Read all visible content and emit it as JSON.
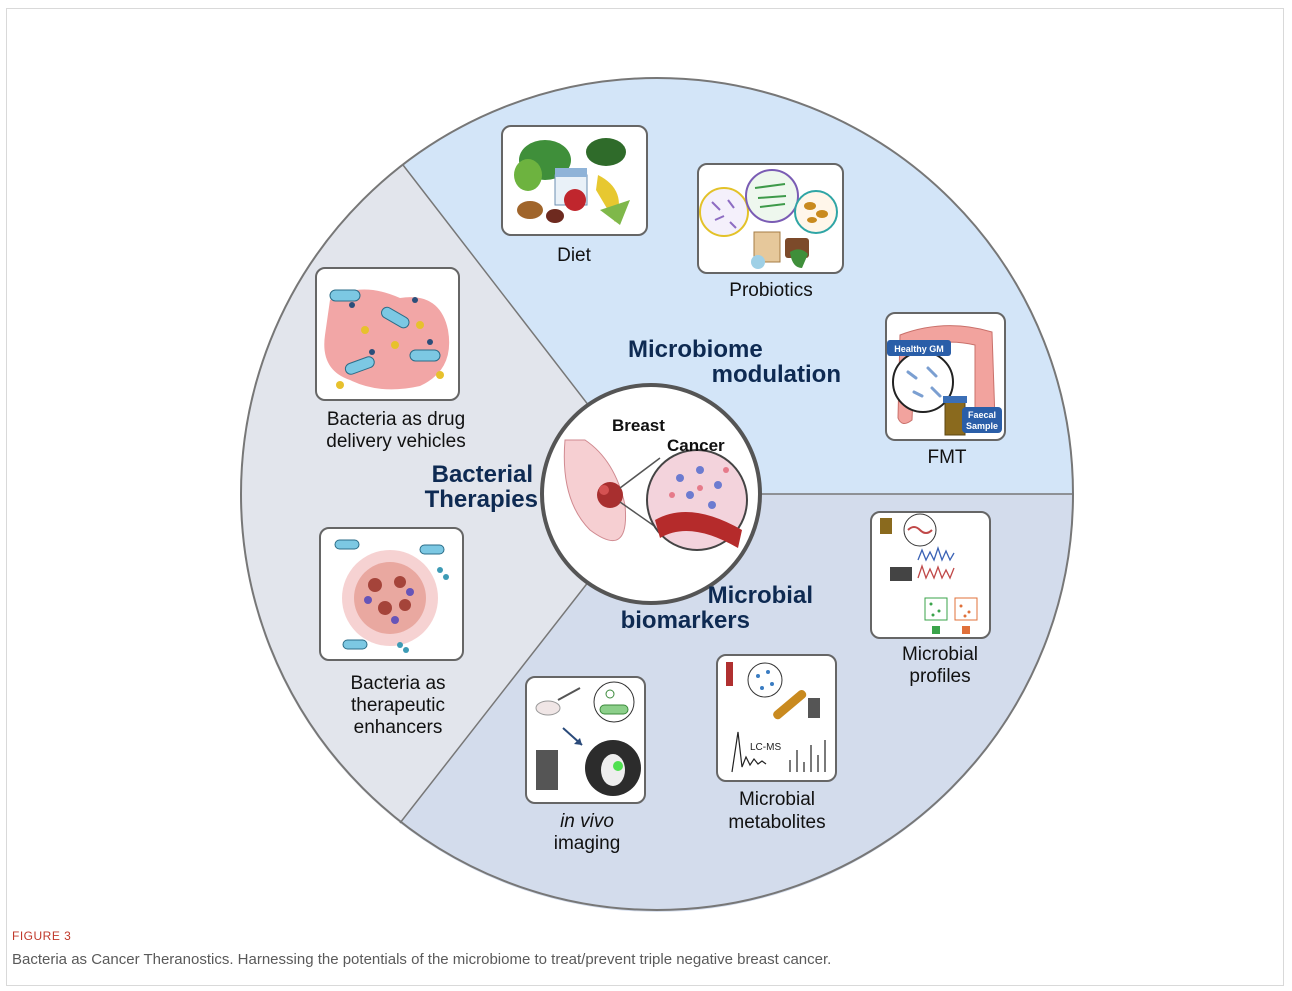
{
  "diagram": {
    "center": {
      "line1": "Breast",
      "line2": "Cancer"
    },
    "sections": {
      "modulation": {
        "line1": "Microbiome",
        "line2": "modulation"
      },
      "therapies": {
        "line1": "Bacterial",
        "line2": "Therapies"
      },
      "biomarkers": {
        "line1": "Microbial",
        "line2": "biomarkers"
      }
    },
    "items": {
      "diet": "Diet",
      "probiotics": "Probiotics",
      "fmt": "FMT",
      "fmt_badge": "Healthy GM",
      "fmt_sample_1": "Faecal",
      "fmt_sample_2": "Sample",
      "drug_1": "Bacteria as drug",
      "drug_2": "delivery vehicles",
      "enh_1": "Bacteria as",
      "enh_2": "therapeutic",
      "enh_3": "enhancers",
      "profiles_1": "Microbial",
      "profiles_2": "profiles",
      "metab_1": "Microbial",
      "metab_2": "metabolites",
      "metab_lcms": "LC-MS",
      "imaging_1": "in vivo",
      "imaging_2": "imaging"
    },
    "colors": {
      "modulation": "#d3e5f8",
      "therapies": "#e2e5ec",
      "biomarkers": "#d3dcec",
      "title": "#0e2a52"
    }
  },
  "caption": {
    "label": "FIGURE 3",
    "text": "Bacteria as Cancer Theranostics. Harnessing the potentials of the microbiome to treat/prevent triple negative breast cancer."
  }
}
